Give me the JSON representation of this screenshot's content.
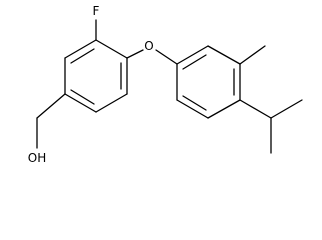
{
  "molecule": {
    "atom_labels": {
      "fluorine": "F",
      "ether_oxygen": "O",
      "hydroxyl": "OH"
    },
    "bond_color": "#000000",
    "background": "#ffffff"
  }
}
